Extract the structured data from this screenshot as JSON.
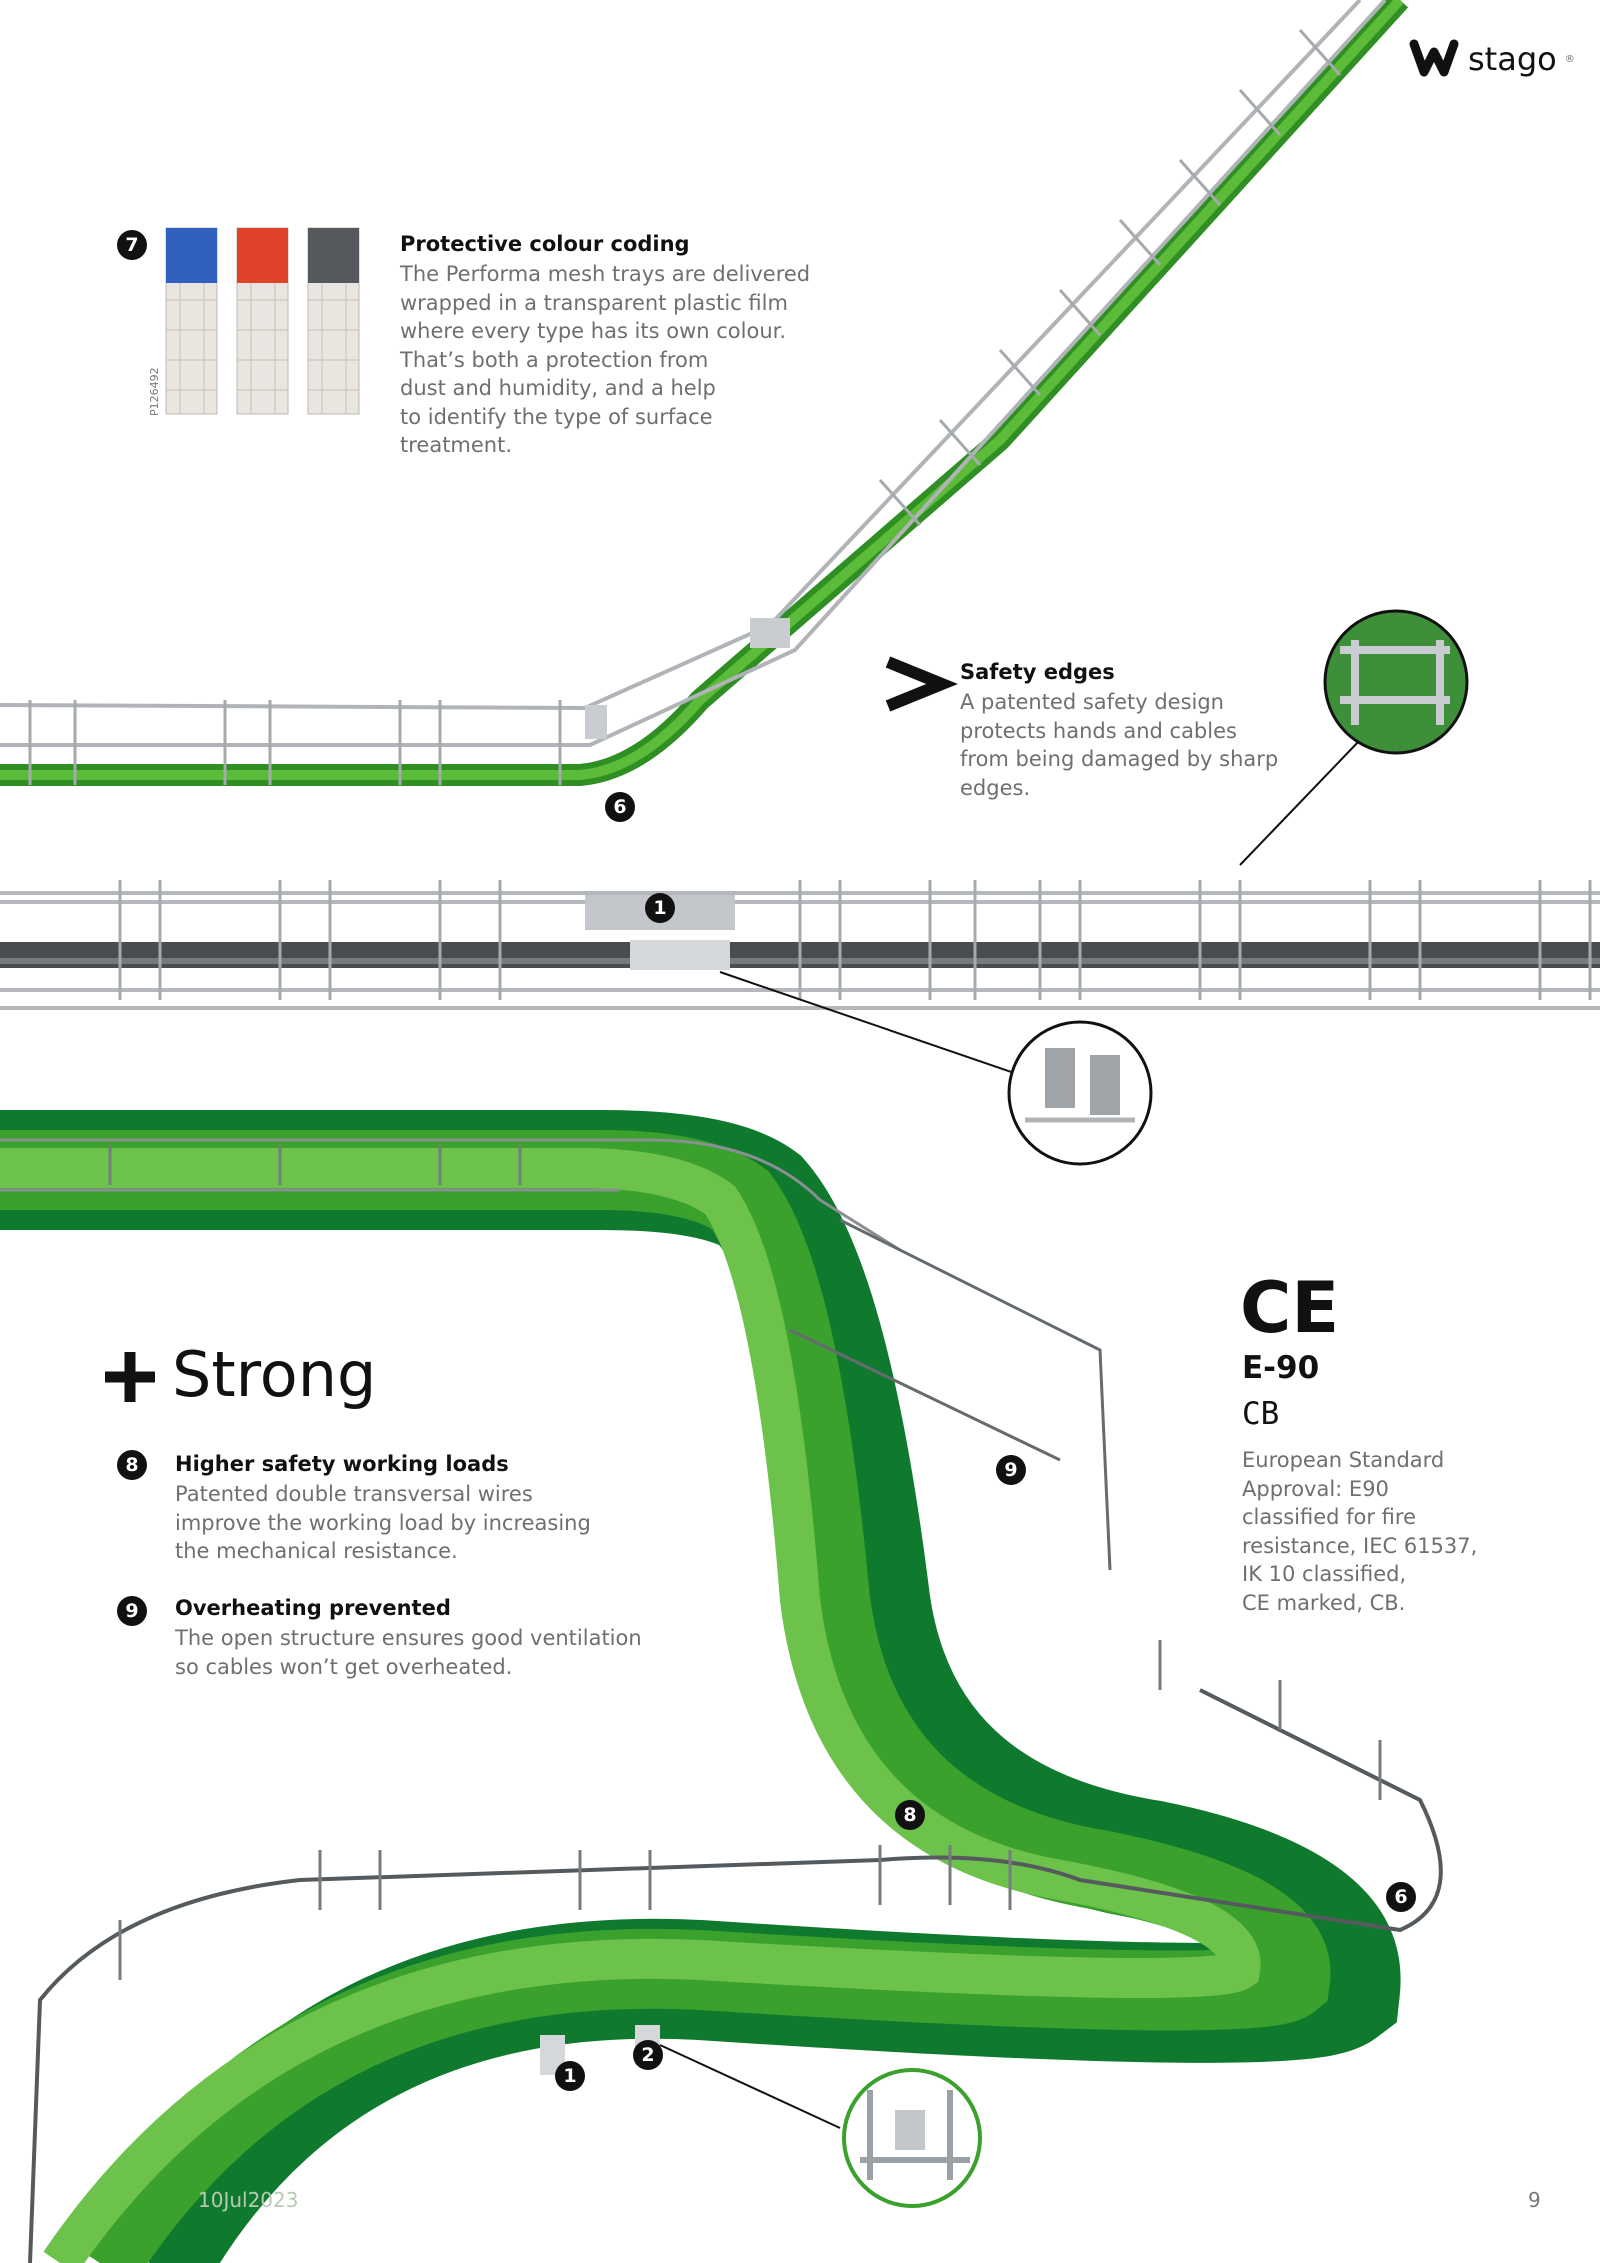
{
  "brand": {
    "name": "stago",
    "registered": "®"
  },
  "colour_coding": {
    "number": "7",
    "title": "Protective colour coding",
    "lines": [
      "The Performa mesh trays are delivered",
      "wrapped in a transparent plastic film",
      "where every type has its own colour.",
      "That’s both a protection from",
      "dust and humidity, and a help",
      "to identify the type of surface",
      "treatment."
    ],
    "product_code": "P126492",
    "swatch_colors": [
      "#2f5fbf",
      "#e0432a",
      "#55585c"
    ]
  },
  "safety_edges": {
    "title": "Safety edges",
    "lines": [
      "A patented safety design",
      "protects hands and cables",
      "from being damaged by sharp",
      "edges."
    ]
  },
  "strong": {
    "title": "Strong"
  },
  "features": [
    {
      "number": "8",
      "title": "Higher safety working loads",
      "lines": [
        "Patented double transversal wires",
        "improve the working load by increasing",
        "the mechanical resistance."
      ]
    },
    {
      "number": "9",
      "title": "Overheating prevented",
      "lines": [
        "The open structure ensures good ventilation",
        "so cables won’t get overheated."
      ]
    }
  ],
  "standards": {
    "ce_mark": "CE",
    "rating": "E-90",
    "cb": "CB",
    "lines": [
      "European Standard",
      "Approval: E90",
      "classified for fire",
      "resistance, IEC 61537,",
      "IK 10 classified,",
      "CE marked, CB."
    ]
  },
  "callouts": {
    "top_bend": "6",
    "straight_joint": "1",
    "detail_9": "9",
    "detail_8": "8",
    "right_bend": "6",
    "joint_1": "1",
    "joint_2": "2"
  },
  "footer": {
    "date": "10Jul2023",
    "page": "9"
  },
  "colors": {
    "cable_green": "#3aa12c",
    "cable_light": "#6cc24a",
    "cable_dark": "#0f7a2e",
    "wire": "#9aa0a6",
    "ink": "#111111"
  }
}
